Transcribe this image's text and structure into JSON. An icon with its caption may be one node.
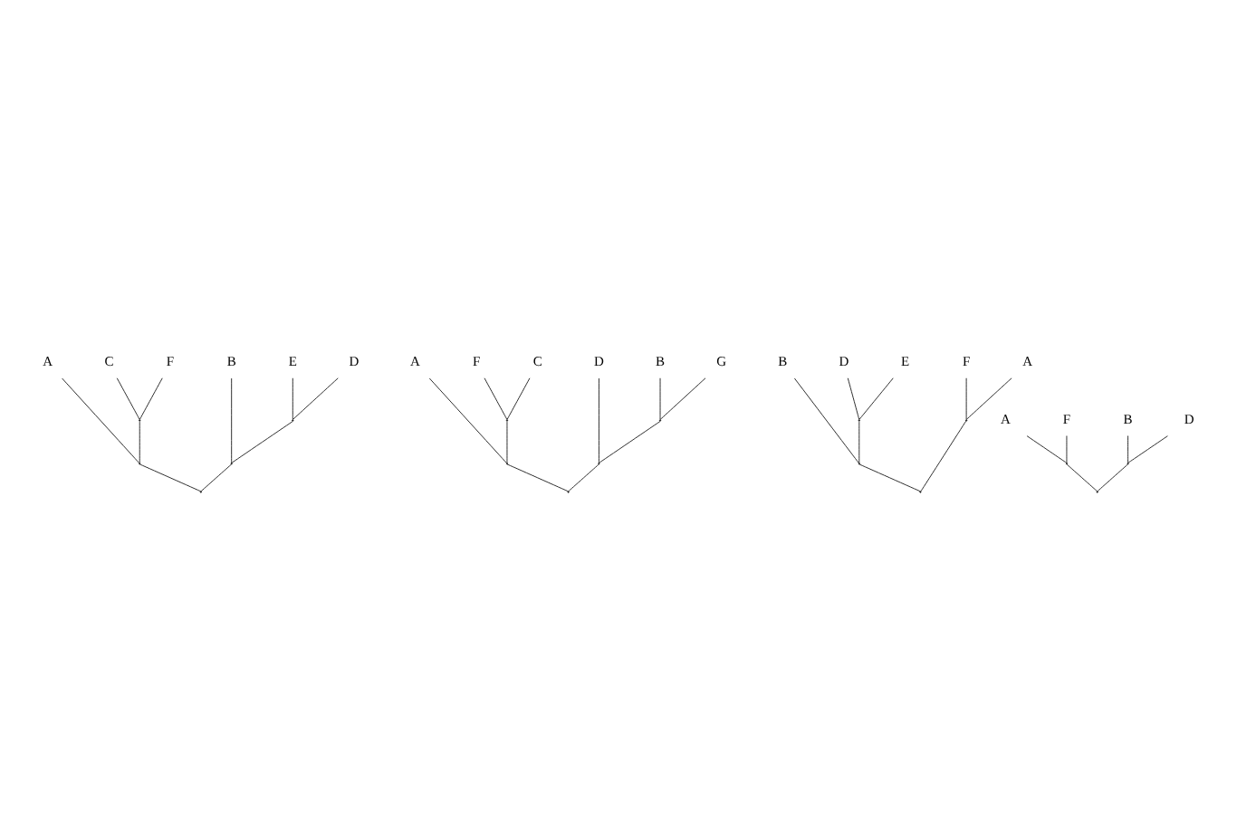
{
  "diagram": {
    "nodes": [
      {
        "text": [
          "A"
        ]
      },
      {
        "text": [
          "C"
        ]
      },
      {
        "text": [
          "F"
        ]
      },
      {
        "text": [
          "E"
        ]
      },
      {
        "text": [
          "D"
        ]
      },
      {
        "text": [
          "B"
        ]
      },
      {
        "text": [
          "F"
        ]
      },
      {
        "text": [
          "C"
        ]
      },
      {
        "text": [
          "A"
        ]
      },
      {
        "text": [
          "B"
        ]
      },
      {
        "text": [
          "G"
        ]
      },
      {
        "text": [
          "D"
        ]
      },
      {
        "text": [
          "B"
        ]
      },
      {
        "text": [
          "D"
        ]
      },
      {
        "text": [
          "E"
        ]
      },
      {
        "text": [
          "F"
        ]
      },
      {
        "text": [
          "A"
        ]
      },
      {
        "text": [
          "A"
        ]
      },
      {
        "text": [
          "F"
        ]
      },
      {
        "text": [
          "B"
        ]
      },
      {
        "text": [
          "D"
        ]
      },
      {
        "text": [],
        "shape": "point"
      },
      {
        "text": [],
        "shape": "point"
      },
      {
        "text": [],
        "shape": "point"
      },
      {
        "text": [],
        "shape": "point"
      },
      {
        "text": [],
        "shape": "point"
      },
      {
        "text": [],
        "shape": "point"
      },
      {
        "text": [],
        "shape": "point"
      },
      {
        "text": [],
        "shape": "point"
      },
      {
        "text": [],
        "shape": "point"
      },
      {
        "text": [],
        "shape": "point"
      },
      {
        "text": [],
        "shape": "point"
      },
      {
        "text": [],
        "shape": "point"
      },
      {
        "text": [],
        "shape": "point"
      },
      {
        "text": [],
        "shape": "point"
      },
      {
        "text": [],
        "shape": "point"
      },
      {
        "text": [],
        "shape": "point"
      },
      {
        "text": [],
        "shape": "point"
      }
    ],
    "edges": [
      {
        "from": 21,
        "to": 1,
        "arrow": "none"
      },
      {
        "from": 21,
        "to": 2,
        "arrow": "none"
      },
      {
        "from": 22,
        "to": 0,
        "arrow": "none"
      },
      {
        "from": 22,
        "to": 21,
        "arrow": "none"
      },
      {
        "from": 23,
        "to": 3,
        "arrow": "none"
      },
      {
        "from": 23,
        "to": 4,
        "arrow": "none"
      },
      {
        "from": 24,
        "to": 23,
        "arrow": "none"
      },
      {
        "from": 24,
        "to": 5,
        "arrow": "none"
      },
      {
        "from": 25,
        "to": 22,
        "arrow": "none"
      },
      {
        "from": 25,
        "to": 24,
        "arrow": "none"
      },
      {
        "from": 26,
        "to": 6,
        "arrow": "none"
      },
      {
        "from": 26,
        "to": 7,
        "arrow": "none"
      },
      {
        "from": 27,
        "to": 26,
        "arrow": "none"
      },
      {
        "from": 27,
        "to": 8,
        "arrow": "none"
      },
      {
        "from": 28,
        "to": 9,
        "arrow": "none"
      },
      {
        "from": 28,
        "to": 10,
        "arrow": "none"
      },
      {
        "from": 29,
        "to": 28,
        "arrow": "none"
      },
      {
        "from": 29,
        "to": 11,
        "arrow": "none"
      },
      {
        "from": 30,
        "to": 27,
        "arrow": "none"
      },
      {
        "from": 30,
        "to": 29,
        "arrow": "none"
      },
      {
        "from": 31,
        "to": 13,
        "arrow": "none"
      },
      {
        "from": 31,
        "to": 14,
        "arrow": "none"
      },
      {
        "from": 32,
        "to": 12,
        "arrow": "none"
      },
      {
        "from": 32,
        "to": 31,
        "arrow": "none"
      },
      {
        "from": 33,
        "to": 15,
        "arrow": "none"
      },
      {
        "from": 33,
        "to": 16,
        "arrow": "none"
      },
      {
        "from": 34,
        "to": 32,
        "arrow": "none"
      },
      {
        "from": 34,
        "to": 33,
        "arrow": "none"
      },
      {
        "from": 35,
        "to": 17,
        "arrow": "none"
      },
      {
        "from": 35,
        "to": 18,
        "arrow": "none"
      },
      {
        "from": 36,
        "to": 19,
        "arrow": "none"
      },
      {
        "from": 36,
        "to": 20,
        "arrow": "none"
      },
      {
        "from": 37,
        "to": 35,
        "arrow": "none"
      },
      {
        "from": 37,
        "to": 36,
        "arrow": "none"
      }
    ]
  }
}
